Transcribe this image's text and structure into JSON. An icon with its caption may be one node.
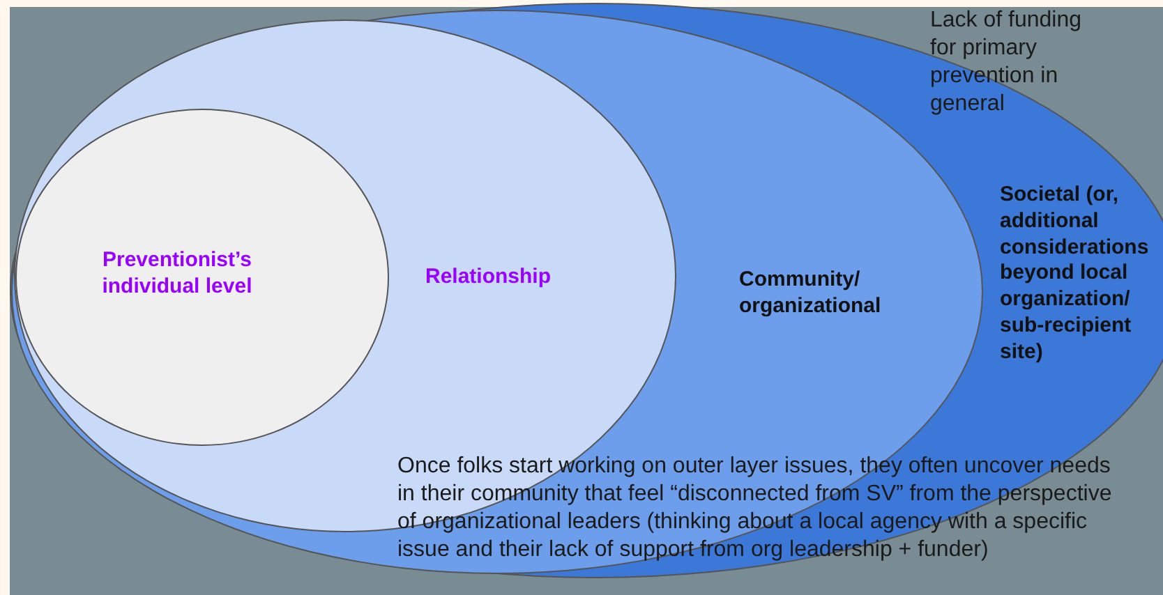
{
  "diagram": {
    "nodes": [
      {
        "text": [
          "Societal (or, additional considerations beyond local organization/ sub-recipient site)"
        ]
      },
      {
        "text": [
          "Community/ organizational"
        ],
        "in": 0
      },
      {
        "text": [
          "Relationship"
        ],
        "in": 1
      },
      {
        "text": [
          "Preventionist’s individual level"
        ],
        "in": 2
      }
    ],
    "labels": [
      "Lack of funding for primary prevention in general",
      "Once folks start working on outer layer issues, they often uncover needs in their community that feel “disconnected from SV” from the perspective of organizational leaders (thinking about a local agency with a specific issue and their lack of support from org leadership + funder)"
    ]
  }
}
